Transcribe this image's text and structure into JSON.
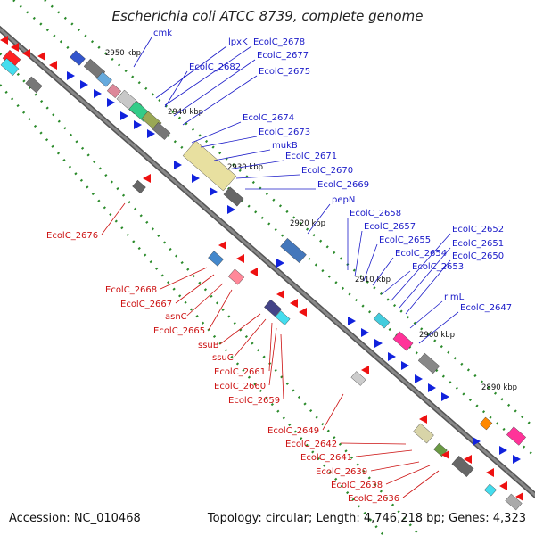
{
  "title": "Escherichia coli ATCC 8739, complete genome",
  "footer": {
    "accession": "Accession: NC_010468",
    "topology": "Topology: circular; Length: 4,746,218 bp; Genes: 4,323"
  },
  "colors": {
    "backbone": "#888888",
    "forward_label": "#1a1ac8",
    "reverse_label": "#cc1111",
    "tick": "#2a8a2a"
  },
  "ticks": [
    {
      "label": "2950 kbp"
    },
    {
      "label": "2940 kbp"
    },
    {
      "label": "2930 kbp"
    },
    {
      "label": "2920 kbp"
    },
    {
      "label": "2910 kbp"
    },
    {
      "label": "2900 kbp"
    },
    {
      "label": "2890 kbp"
    }
  ],
  "forward_genes": [
    {
      "name": "cmk"
    },
    {
      "name": "lpxK"
    },
    {
      "name": "EcolC_2678"
    },
    {
      "name": "EcolC_2682"
    },
    {
      "name": "EcolC_2677"
    },
    {
      "name": "EcolC_2675"
    },
    {
      "name": "EcolC_2674"
    },
    {
      "name": "EcolC_2673"
    },
    {
      "name": "mukB"
    },
    {
      "name": "EcolC_2671"
    },
    {
      "name": "EcolC_2670"
    },
    {
      "name": "EcolC_2669"
    },
    {
      "name": "pepN"
    },
    {
      "name": "EcolC_2658"
    },
    {
      "name": "EcolC_2657"
    },
    {
      "name": "EcolC_2655"
    },
    {
      "name": "EcolC_2654"
    },
    {
      "name": "EcolC_2653"
    },
    {
      "name": "EcolC_2652"
    },
    {
      "name": "EcolC_2651"
    },
    {
      "name": "EcolC_2650"
    },
    {
      "name": "rlmL"
    },
    {
      "name": "EcolC_2647"
    }
  ],
  "reverse_genes": [
    {
      "name": "EcolC_2676"
    },
    {
      "name": "EcolC_2668"
    },
    {
      "name": "EcolC_2667"
    },
    {
      "name": "asnC"
    },
    {
      "name": "EcolC_2665"
    },
    {
      "name": "ssuB"
    },
    {
      "name": "ssuC"
    },
    {
      "name": "EcolC_2661"
    },
    {
      "name": "EcolC_2660"
    },
    {
      "name": "EcolC_2659"
    },
    {
      "name": "EcolC_2649"
    },
    {
      "name": "EcolC_2642"
    },
    {
      "name": "EcolC_2641"
    },
    {
      "name": "EcolC_2639"
    },
    {
      "name": "EcolC_2638"
    },
    {
      "name": "EcolC_2636"
    }
  ]
}
